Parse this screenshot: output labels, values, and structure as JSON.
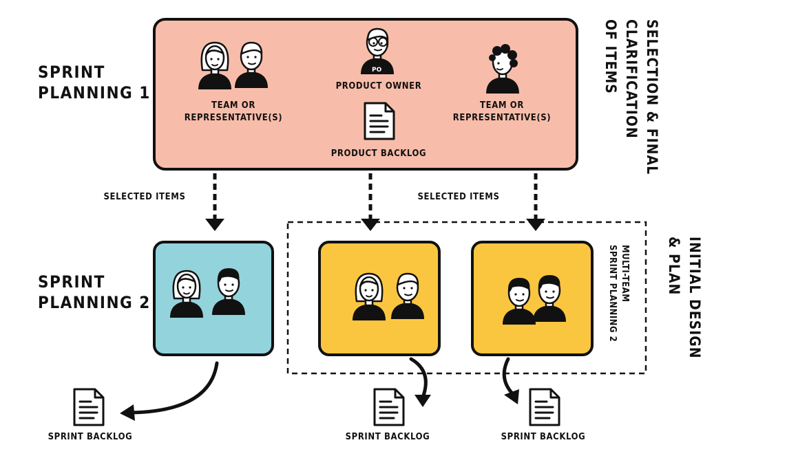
{
  "colors": {
    "planning1_box": "#f8bdaa",
    "planning2_box": "#93d3dc",
    "team_box": "#fbc63f",
    "ink": "#111111"
  },
  "sprint_planning_1": {
    "title_line1": "SPRINT",
    "title_line2": "PLANNING 1",
    "team_left_line1": "TEAM OR",
    "team_left_line2": "REPRESENTATIVE(S)",
    "product_owner": "PRODUCT OWNER",
    "po_badge": "PO",
    "product_backlog": "PRODUCT BACKLOG",
    "team_right_line1": "TEAM OR",
    "team_right_line2": "REPRESENTATIVE(S)",
    "side_label_line1": "SELECTION & FINAL",
    "side_label_line2": "CLARIFICATION",
    "side_label_line3": "OF ITEMS"
  },
  "arrows": {
    "selected_items_left": "SELECTED ITEMS",
    "selected_items_right": "SELECTED ITEMS"
  },
  "sprint_planning_2": {
    "title_line1": "SPRINT",
    "title_line2": "PLANNING 2",
    "multi_team_line1": "MULTI-TEAM",
    "multi_team_line2": "SPRINT PLANNING 2",
    "side_label_line1": "INITIAL DESIGN",
    "side_label_line2": "& PLAN"
  },
  "outputs": {
    "sprint_backlog_1": "SPRINT BACKLOG",
    "sprint_backlog_2": "SPRINT BACKLOG",
    "sprint_backlog_3": "SPRINT BACKLOG"
  },
  "icons": [
    "person-icon",
    "product-owner-icon",
    "document-icon",
    "arrow-down-icon",
    "curved-arrow-icon"
  ]
}
